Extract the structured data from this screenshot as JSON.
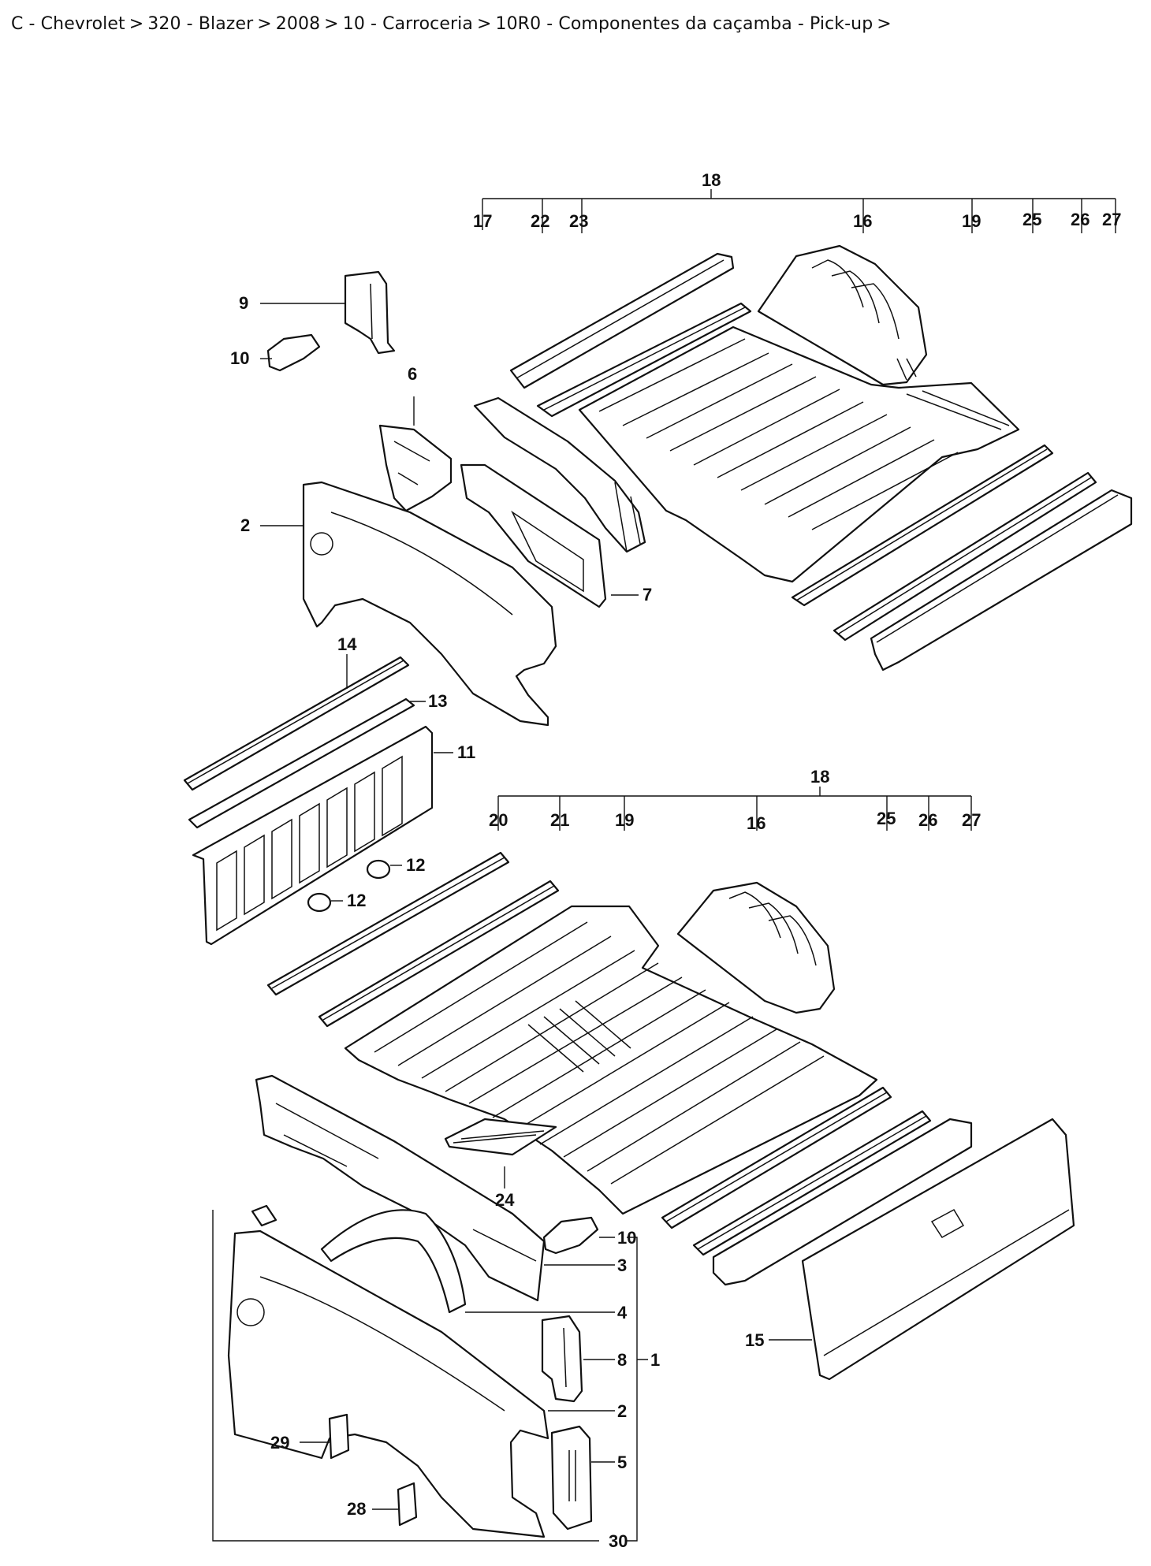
{
  "breadcrumb": {
    "items": [
      "C - Chevrolet",
      "320 - Blazer",
      "2008",
      "10 - Carroceria",
      "10R0 - Componentes da caçamba - Pick-up"
    ],
    "separator": ">"
  },
  "diagram": {
    "callouts": {
      "c18a": "18",
      "c17": "17",
      "c22": "22",
      "c23": "23",
      "c16a": "16",
      "c19a": "19",
      "c25a": "25",
      "c26a": "26",
      "c27a": "27",
      "c9": "9",
      "c10a": "10",
      "c6": "6",
      "c2a": "2",
      "c7": "7",
      "c14": "14",
      "c13": "13",
      "c11": "11",
      "c12a": "12",
      "c12b": "12",
      "c18b": "18",
      "c20": "20",
      "c21": "21",
      "c19b": "19",
      "c16b": "16",
      "c25b": "25",
      "c26b": "26",
      "c27b": "27",
      "c24": "24",
      "c10b": "10",
      "c3": "3",
      "c4": "4",
      "c8": "8",
      "c1": "1",
      "c2b": "2",
      "c5": "5",
      "c29": "29",
      "c28": "28",
      "c30": "30",
      "c15": "15"
    }
  }
}
